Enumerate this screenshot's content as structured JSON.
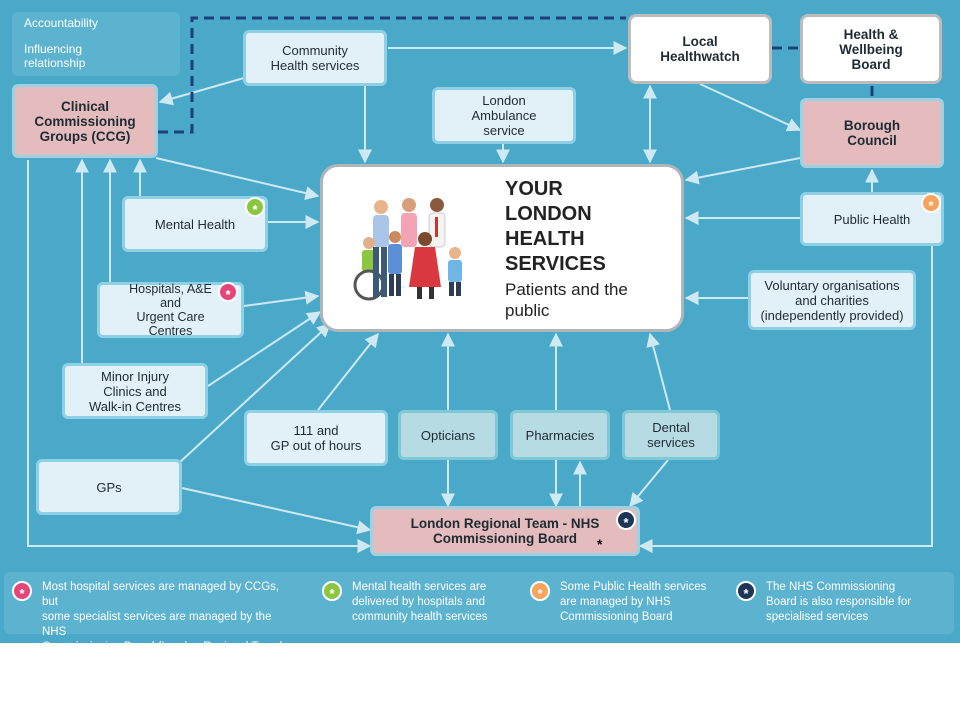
{
  "legend": {
    "accountability": "Accountability",
    "influencing": "Influencing\nrelationship"
  },
  "nodes": {
    "community": "Community\nHealth services",
    "local_healthwatch": "Local\nHealthwatch",
    "hwb": "Health  &\nWellbeing\nBoard",
    "ccg": "Clinical\nCommissioning\nGroups (CCG)",
    "ambulance": "London\nAmbulance\nservice",
    "borough": "Borough\nCouncil",
    "mental": "Mental Health",
    "public_health": "Public Health",
    "hospitals": "Hospitals, A&E\nand\nUrgent Care\nCentres",
    "voluntary": "Voluntary organisations\nand charities\n(independently provided)",
    "minor_injury": "Minor Injury\nClinics and\nWalk-in Centres",
    "gp111": "111 and\nGP out of hours",
    "opticians": "Opticians",
    "pharmacies": "Pharmacies",
    "dental": "Dental\nservices",
    "gps": "GPs",
    "nhs_board": "London Regional Team - NHS\nCommissioning Board"
  },
  "center": {
    "title": "YOUR\nLONDON\nHEALTH\nSERVICES",
    "subtitle": "Patients and the\npublic"
  },
  "star_glyph": "*",
  "stray_mark": "*",
  "footnotes": {
    "pink": "Most hospital services are managed by CCGs, but\nsome specialist services are managed by the NHS\nCommissioning Board (London  Regional Team)",
    "green": "Mental health services are\ndelivered by hospitals and\ncommunity health services",
    "orange": "Some Public Health services\nare managed by NHS\nCommissioning Board",
    "navy": "The NHS Commissioning\nBoard is also responsible for\nspecialised services"
  },
  "colors": {
    "background": "#4aa9c9",
    "accountability_arrow": "#cfe9f3",
    "influencing_line": "#1f3f7a",
    "star_green": "#8cc63f",
    "star_pink": "#e6457a",
    "star_orange": "#f7a35b",
    "star_navy": "#1d3557"
  }
}
